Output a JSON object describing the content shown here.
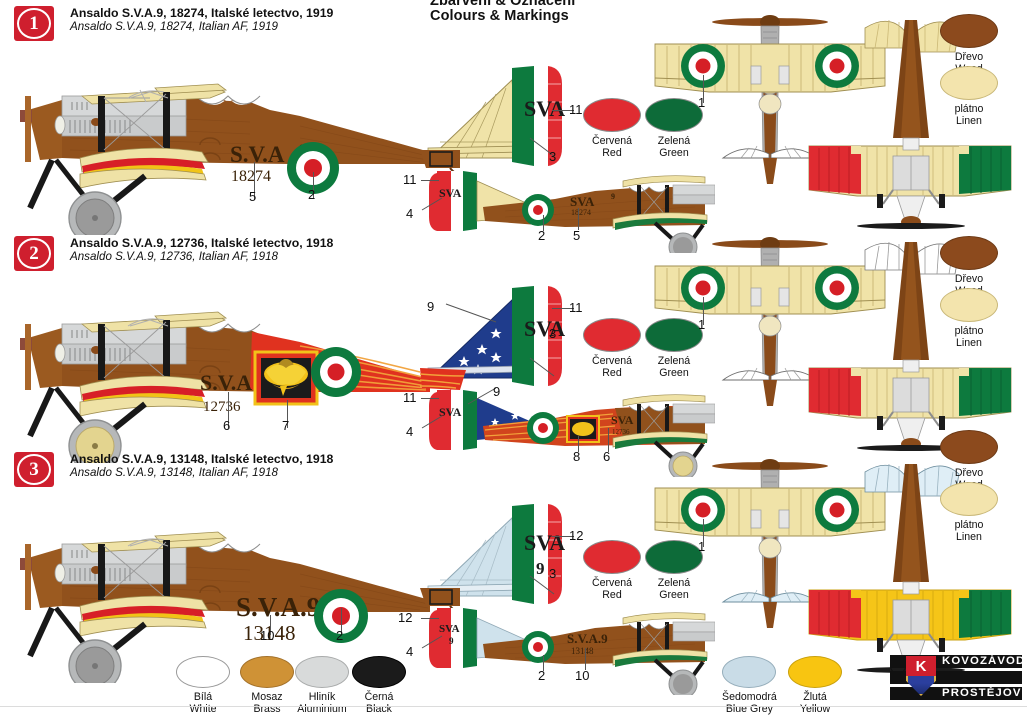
{
  "sheet": {
    "title_cz": "Zbarvení & Označení",
    "title_en": "Colours & Markings"
  },
  "variants": [
    {
      "number": "1",
      "title_cz": "Ansaldo S.V.A.9, 18274, Italské letectvo, 1919",
      "title_en": "Ansaldo S.V.A.9, 18274, Italian AF, 1919",
      "fuselage_code": "S.V.A",
      "fuselage_superscript": "9",
      "serial": "18274",
      "rudder_text": "SVA",
      "rudder_sub": "",
      "tailplane_color": "#f0e3a8",
      "tailplane_name": "linen",
      "underside_center_color": "#f2e5ad",
      "underside_center_name": "linen",
      "wheel_color": "#9a9a9a",
      "wheel_name": "aluminium",
      "callouts": [
        "1",
        "2",
        "3",
        "4",
        "5",
        "11"
      ],
      "legend": [
        {
          "name": "wood",
          "cz": "Dřevo",
          "en": "Wood",
          "hex": "#8c4a1d"
        },
        {
          "name": "linen",
          "cz": "plátno",
          "en": "Linen",
          "hex": "#f3e4ad"
        }
      ],
      "mid_legend": [
        {
          "name": "red",
          "cz": "Červená",
          "en": "Red",
          "hex": "#e02b31"
        },
        {
          "name": "green",
          "cz": "Zelená",
          "en": "Green",
          "hex": "#0d6b39"
        }
      ]
    },
    {
      "number": "2",
      "title_cz": "Ansaldo S.V.A.9, 12736, Italské letectvo, 1918",
      "title_en": "Ansaldo S.V.A.9, 12736, Italian AF, 1918",
      "fuselage_code": "S.V.A",
      "fuselage_superscript": "",
      "serial": "12736",
      "rudder_text": "SVA",
      "rudder_sub": "",
      "tailplane_color": "#1f3c8c",
      "tailplane_name": "blue-with-stars",
      "underside_center_color": "#f2e5ad",
      "underside_center_name": "linen",
      "wheel_color": "#e3d48f",
      "wheel_name": "linen",
      "callouts": [
        "1",
        "3",
        "4",
        "6",
        "7",
        "8",
        "9",
        "11"
      ],
      "legend": [
        {
          "name": "wood",
          "cz": "Dřevo",
          "en": "Wood",
          "hex": "#8c4a1d"
        },
        {
          "name": "linen",
          "cz": "plátno",
          "en": "Linen",
          "hex": "#f3e4ad"
        }
      ],
      "mid_legend": [
        {
          "name": "red",
          "cz": "Červená",
          "en": "Red",
          "hex": "#e02b31"
        },
        {
          "name": "green",
          "cz": "Zelená",
          "en": "Green",
          "hex": "#0d6b39"
        }
      ]
    },
    {
      "number": "3",
      "title_cz": "Ansaldo S.V.A.9, 13148, Italské letectvo, 1918",
      "title_en": "Ansaldo S.V.A.9, 13148, Italian AF, 1918",
      "fuselage_code": "S.V.A.9",
      "fuselage_superscript": "",
      "serial": "13148",
      "rudder_text": "SVA",
      "rudder_sub": "9",
      "tailplane_color": "#cfe2ec",
      "tailplane_name": "blue-grey",
      "underside_center_color": "#f5c518",
      "underside_center_name": "yellow",
      "wheel_color": "#9a9a9a",
      "wheel_name": "aluminium",
      "callouts": [
        "1",
        "2",
        "3",
        "4",
        "10",
        "12"
      ],
      "legend": [
        {
          "name": "wood",
          "cz": "Dřevo",
          "en": "Wood",
          "hex": "#8c4a1d"
        },
        {
          "name": "linen",
          "cz": "plátno",
          "en": "Linen",
          "hex": "#f3e4ad"
        }
      ],
      "mid_legend": [
        {
          "name": "red",
          "cz": "Červená",
          "en": "Red",
          "hex": "#e02b31"
        },
        {
          "name": "green",
          "cz": "Zelená",
          "en": "Green",
          "hex": "#0d6b39"
        }
      ]
    }
  ],
  "footer_legend": [
    {
      "name": "white",
      "cz": "Bílá",
      "en": "White",
      "hex": "#ffffff"
    },
    {
      "name": "brass",
      "cz": "Mosaz",
      "en": "Brass",
      "hex": "#cf9236"
    },
    {
      "name": "aluminium",
      "cz": "Hliník",
      "en": "Aluminium",
      "hex": "#d8dada"
    },
    {
      "name": "black",
      "cz": "Černá",
      "en": "Black",
      "hex": "#1b1b1b"
    },
    {
      "name": "blue-grey",
      "cz": "Šedomodrá",
      "en": "Blue Grey",
      "hex": "#c9dce7"
    },
    {
      "name": "yellow",
      "cz": "Žlutá",
      "en": "Yellow",
      "hex": "#f8c511"
    }
  ],
  "logo": {
    "brand_top": "KOVOZÁVODY",
    "brand_bottom": "PROSTĚJOV",
    "monogram": "K",
    "registered": "®"
  },
  "palette": {
    "wood_dark": "#7a3d12",
    "wood": "#91511c",
    "wood_light": "#a9662a",
    "linen": "#f0e2a8",
    "linen_dark": "#ddc98a",
    "italian_green": "#0d7a3e",
    "italian_red": "#e02b31",
    "italian_white": "#ffffff",
    "roundel_red": "#d51f26",
    "metal": "#c9cbcc",
    "metal_dark": "#9a9a9a",
    "black": "#1b1b1b",
    "blue": "#1f3c8c",
    "blue_grey": "#cfe2ec",
    "yellow": "#f5c518",
    "flame_red": "#e0321f",
    "badge_red": "#cf1f2e"
  }
}
